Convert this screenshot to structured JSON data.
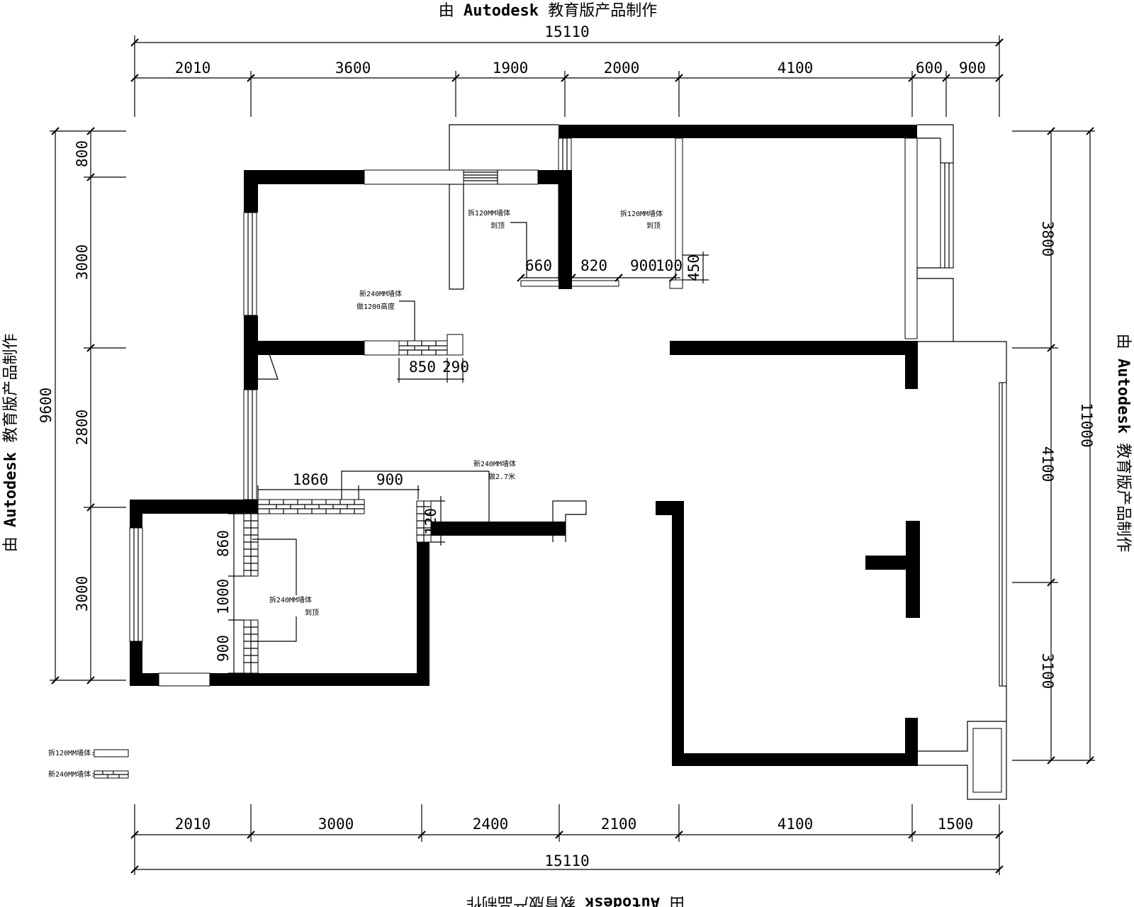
{
  "watermark": {
    "text": "由 Autodesk 教育版产品制作",
    "prefix": "由 ",
    "brand": "Autodesk",
    "suffix": " 教育版产品制作"
  },
  "dimensions": {
    "top_total": "15110",
    "top_segments": [
      "2010",
      "3600",
      "1900",
      "2000",
      "4100",
      "600",
      "900"
    ],
    "bottom_total": "15110",
    "bottom_segments": [
      "2010",
      "3000",
      "2400",
      "2100",
      "4100",
      "1500"
    ],
    "left_total": "9600",
    "left_segments": [
      "800",
      "3000",
      "2800",
      "3000"
    ],
    "right_total": "11000",
    "right_segments": [
      "3800",
      "4100",
      "3100"
    ],
    "interior": {
      "d660": "660",
      "d820": "820",
      "d900a": "900",
      "d100": "100",
      "d450": "450",
      "d850": "850",
      "d290": "290",
      "d1860": "1860",
      "d900b": "900",
      "d120": "120",
      "d860": "860",
      "d1000": "1000",
      "d900c": "900"
    }
  },
  "notes": {
    "n1_line1": "拆120MM墙体",
    "n1_line2": "到顶",
    "n2_line1": "拆120MM墙体",
    "n2_line2": "到顶",
    "n3_line1": "新240MM墙体",
    "n3_line2": "做1200高度",
    "n4_line1": "新240MM墙体",
    "n4_line2": "做2.7米",
    "n5_line1": "拆240MM墙体",
    "n5_line2": "到顶"
  },
  "legend": {
    "item1": "拆120MM墙体:",
    "item2": "新240MM墙体:"
  },
  "colors": {
    "wall": "#000000",
    "background": "#ffffff"
  }
}
